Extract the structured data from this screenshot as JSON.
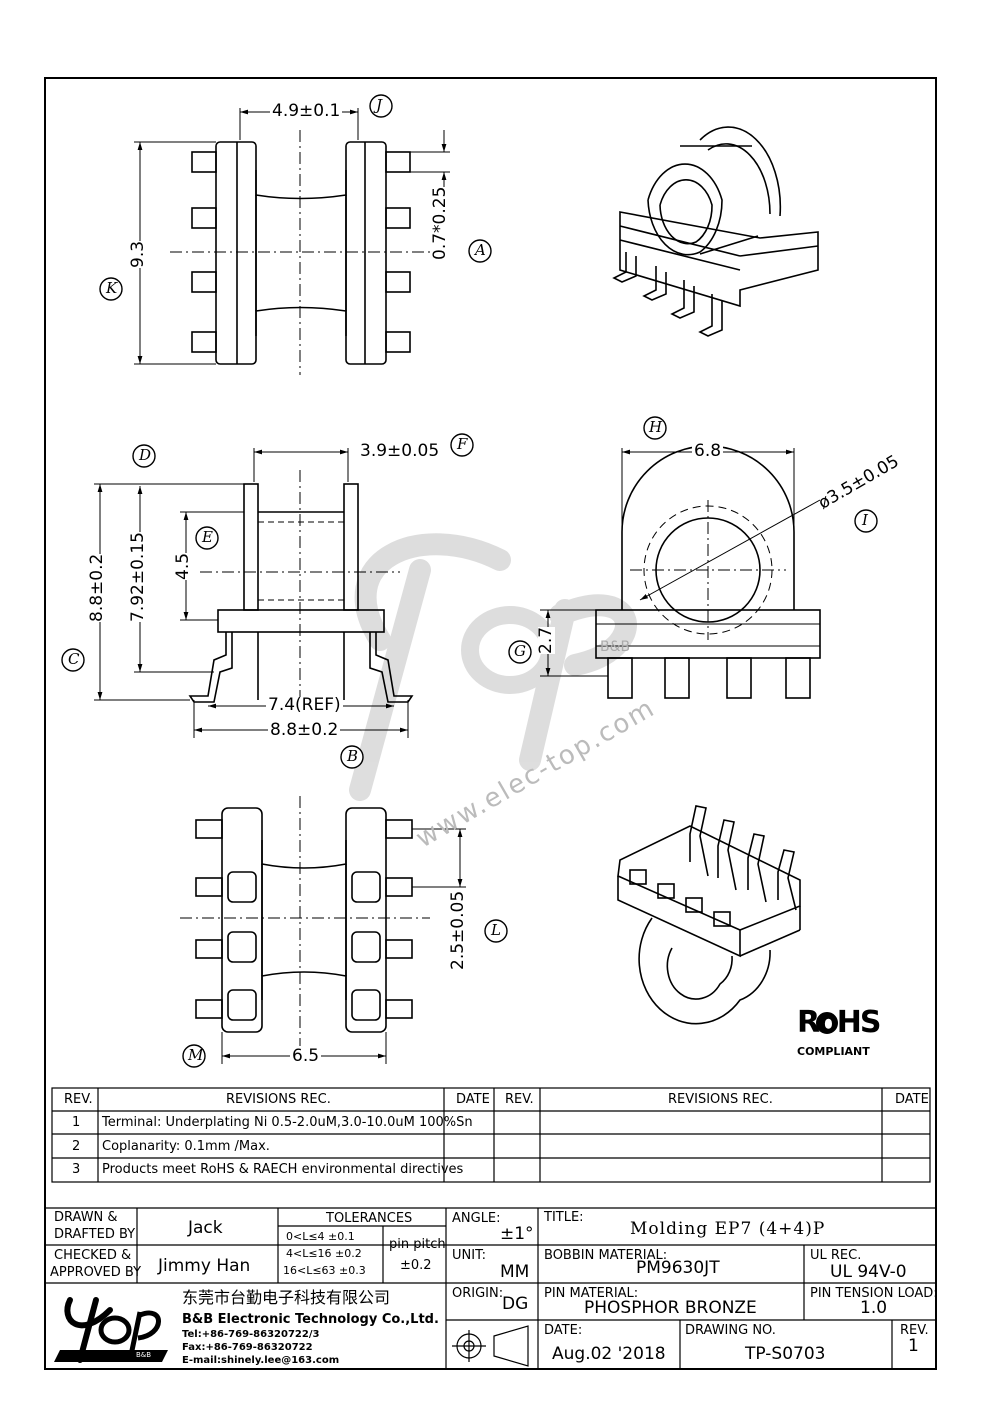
{
  "dims": {
    "top_width": "4.9±0.1",
    "pin_height": "0.7*0.25",
    "overall_height_top": "9.3",
    "front_width": "3.9±0.05",
    "front_height": "8.8±0.2",
    "front_inner_height": "7.92±0.15",
    "window": "4.5",
    "ref_width": "7.4(REF)",
    "base_width": "8.8±0.2",
    "side_width": "6.8",
    "bore": "ø3.5±0.05",
    "flange": "2.7",
    "pin_pitch": "2.5±0.05",
    "bottom_width": "6.5"
  },
  "balloons": [
    "J",
    "A",
    "K",
    "D",
    "F",
    "E",
    "C",
    "B",
    "H",
    "I",
    "G",
    "L",
    "M"
  ],
  "watermark": {
    "brand": "Top",
    "sub": "B&B",
    "url": "www.elec-top.com"
  },
  "rohs": {
    "mark": "RoHS",
    "caption": "COMPLIANT"
  },
  "revisions": {
    "headers": {
      "rev": "REV.",
      "rec": "REVISIONS   REC.",
      "date": "DATE"
    },
    "rows": [
      {
        "rev": "1",
        "text": "Terminal: Underplating Ni 0.5-2.0uM,3.0-10.0uM 100%Sn"
      },
      {
        "rev": "2",
        "text": "Coplanarity: 0.1mm /Max."
      },
      {
        "rev": "3",
        "text": "Products meet RoHS & RAECH environmental directives"
      }
    ]
  },
  "titleblock": {
    "drawn_label_1": "DRAWN &",
    "drawn_label_2": "DRAFTED BY",
    "drawn_by": "Jack",
    "checked_label_1": "CHECKED &",
    "checked_label_2": "APPROVED BY",
    "checked_by": "Jimmy Han",
    "tolerances_label": "TOLERANCES",
    "tol_rows": [
      "0<L≤4   ±0.1",
      "4<L≤16  ±0.2",
      "16<L≤63  ±0.3"
    ],
    "pin_pitch_label": "pin pitch",
    "pin_pitch_tol": "±0.2",
    "angle_label": "ANGLE:",
    "angle": "±1°",
    "unit_label": "UNIT:",
    "unit": "MM",
    "origin_label": "ORIGIN:",
    "origin": "DG",
    "title_label": "TITLE:",
    "title": "Molding EP7 (4+4)P",
    "bobbin_label": "BOBBIN MATERIAL:",
    "bobbin": "PM9630JT",
    "ul_label": "UL REC.",
    "ul": "UL 94V-0",
    "pin_mat_label": "PIN MATERIAL:",
    "pin_mat": "PHOSPHOR BRONZE",
    "tension_label": "PIN TENSION LOAD:",
    "tension": "1.0",
    "date_label": "DATE:",
    "date": "Aug.02 '2018",
    "drawing_no_label": "DRAWING NO.",
    "drawing_no": "TP-S0703",
    "rev_label": "REV.",
    "rev": "1",
    "company_cn": "东莞市台勤电子科技有限公司",
    "company_en": "B&B Electronic Technology Co.,Ltd.",
    "tel": "Tel:+86-769-86320722/3",
    "fax": "Fax:+86-769-86320722",
    "email": "E-mail:shinely.lee@163.com",
    "logo_sub": "B&B"
  }
}
